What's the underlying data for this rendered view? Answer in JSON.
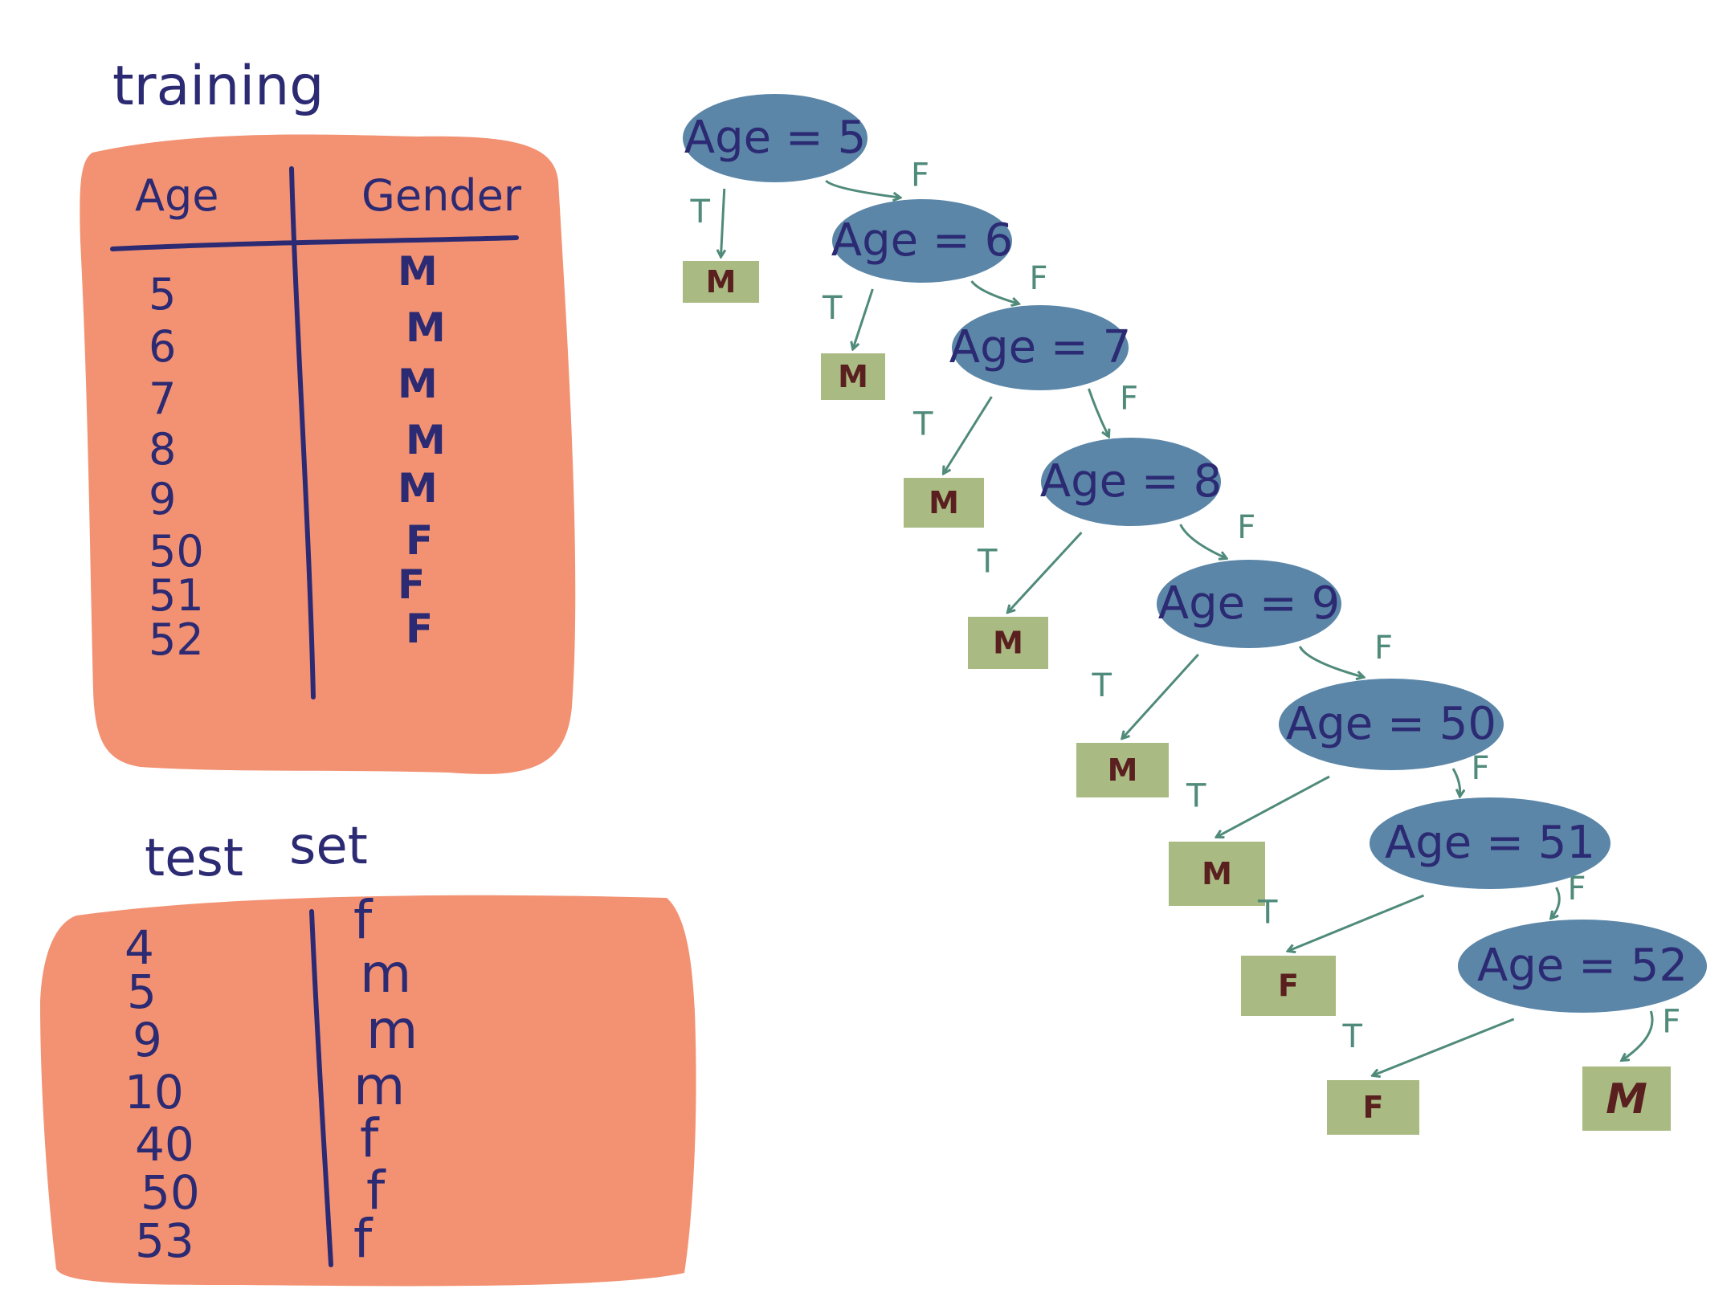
{
  "training": {
    "title": "training",
    "headers": [
      "Age",
      "Gender"
    ],
    "rows": [
      {
        "age": "5",
        "gender": "M"
      },
      {
        "age": "6",
        "gender": "M"
      },
      {
        "age": "7",
        "gender": "M"
      },
      {
        "age": "8",
        "gender": "M"
      },
      {
        "age": "9",
        "gender": "M"
      },
      {
        "age": "50",
        "gender": "F"
      },
      {
        "age": "51",
        "gender": "F"
      },
      {
        "age": "52",
        "gender": "F"
      }
    ]
  },
  "test": {
    "title_word1": "test",
    "title_word2": "set",
    "rows": [
      {
        "age": "4",
        "gender": "f"
      },
      {
        "age": "5",
        "gender": "m"
      },
      {
        "age": "9",
        "gender": "m"
      },
      {
        "age": "10",
        "gender": "m"
      },
      {
        "age": "40",
        "gender": "f"
      },
      {
        "age": "50",
        "gender": "f"
      },
      {
        "age": "53",
        "gender": "f"
      }
    ]
  },
  "tree": {
    "true_label": "T",
    "false_label": "F",
    "nodes": [
      {
        "label": "Age = 5",
        "true_leaf": "M"
      },
      {
        "label": "Age = 6",
        "true_leaf": "M"
      },
      {
        "label": "Age = 7",
        "true_leaf": "M"
      },
      {
        "label": "Age = 8",
        "true_leaf": "M"
      },
      {
        "label": "Age = 9",
        "true_leaf": "M"
      },
      {
        "label": "Age = 50",
        "true_leaf": "M"
      },
      {
        "label": "Age = 51",
        "true_leaf": "F"
      },
      {
        "label": "Age = 52",
        "true_leaf": "F"
      }
    ],
    "final_false_leaf": "M"
  },
  "colors": {
    "table_fill": "#f29273",
    "node_fill": "#5b86a8",
    "leaf_fill": "#a9ba82",
    "ink": "#2b2a73",
    "edge": "#4f8a7a",
    "leaf_text": "#5a1f1f"
  }
}
